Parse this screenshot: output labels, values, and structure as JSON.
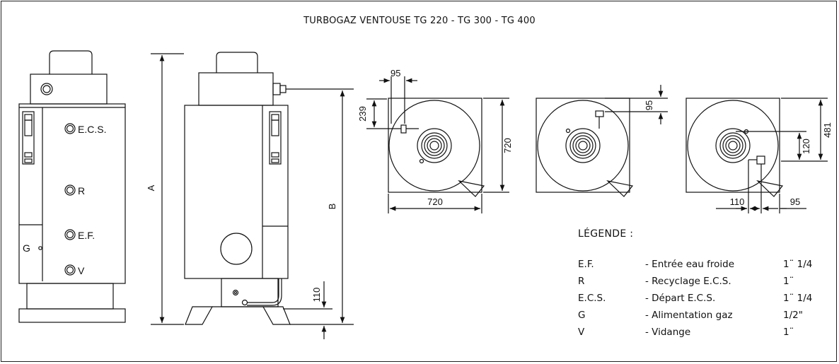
{
  "title": "TURBOGAZ VENTOUSE TG 220 - TG 300 - TG 400",
  "front_labels": {
    "ecs": "E.C.S.",
    "r": "R",
    "ef": "E.F.",
    "v": "V",
    "g": "G"
  },
  "dimensions": {
    "a": "A",
    "b": "B",
    "d110_side": "110",
    "d95_top": "95",
    "d239": "239",
    "d720_right": "720",
    "d720_bottom": "720",
    "d95_mid": "95",
    "d481": "481",
    "d120": "120",
    "d110_bottom": "110",
    "d95_bottom": "95"
  },
  "legend": {
    "title": "LÉGENDE :",
    "items": [
      {
        "code": "E.F.",
        "description": "- Entrée eau froide",
        "size": "1¨ 1/4"
      },
      {
        "code": "R",
        "description": "- Recyclage E.C.S.",
        "size": "1¨"
      },
      {
        "code": "E.C.S.",
        "description": "- Départ E.C.S.",
        "size": "1¨ 1/4"
      },
      {
        "code": "G",
        "description": "- Alimentation gaz",
        "size": "1/2\""
      },
      {
        "code": "V",
        "description": "- Vidange",
        "size": "1¨"
      }
    ]
  }
}
